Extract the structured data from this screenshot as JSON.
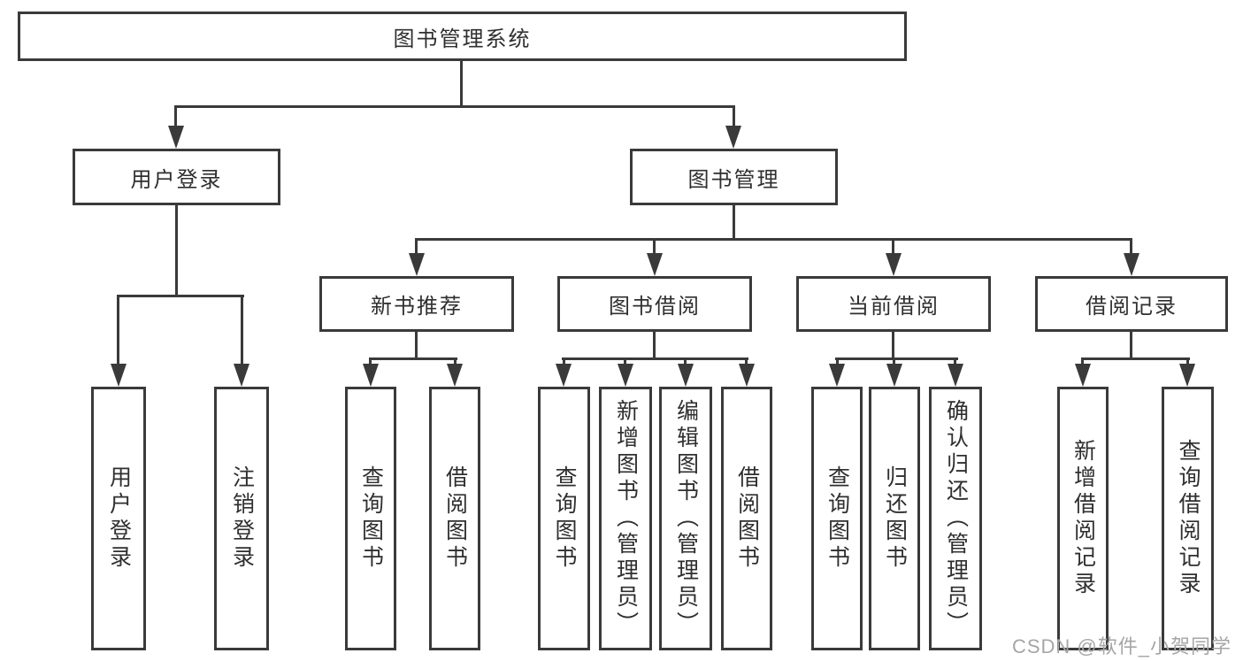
{
  "title": {
    "label": "图书管理系统"
  },
  "user_login": {
    "label": "用户登录",
    "children": [
      {
        "label": "用户登录"
      },
      {
        "label": "注销登录"
      }
    ]
  },
  "book_mgmt": {
    "label": "图书管理",
    "groups": [
      {
        "label": "新书推荐",
        "children": [
          {
            "label": "查询图书"
          },
          {
            "label": "借阅图书"
          }
        ]
      },
      {
        "label": "图书借阅",
        "children": [
          {
            "label": "查询图书"
          },
          {
            "label": "新增图书（管理员）"
          },
          {
            "label": "编辑图书（管理员）"
          },
          {
            "label": "借阅图书"
          }
        ]
      },
      {
        "label": "当前借阅",
        "children": [
          {
            "label": "查询图书"
          },
          {
            "label": "归还图书"
          },
          {
            "label": "确认归还（管理员）"
          }
        ]
      },
      {
        "label": "借阅记录",
        "children": [
          {
            "label": "新增借阅记录"
          },
          {
            "label": "查询借阅记录"
          }
        ]
      }
    ]
  },
  "watermark": "CSDN @软件_小贺同学",
  "colors": {
    "line": "#3a3a3a",
    "text": "#2f2f2f",
    "watermark": "#a6a6a6",
    "background": "#ffffff"
  }
}
